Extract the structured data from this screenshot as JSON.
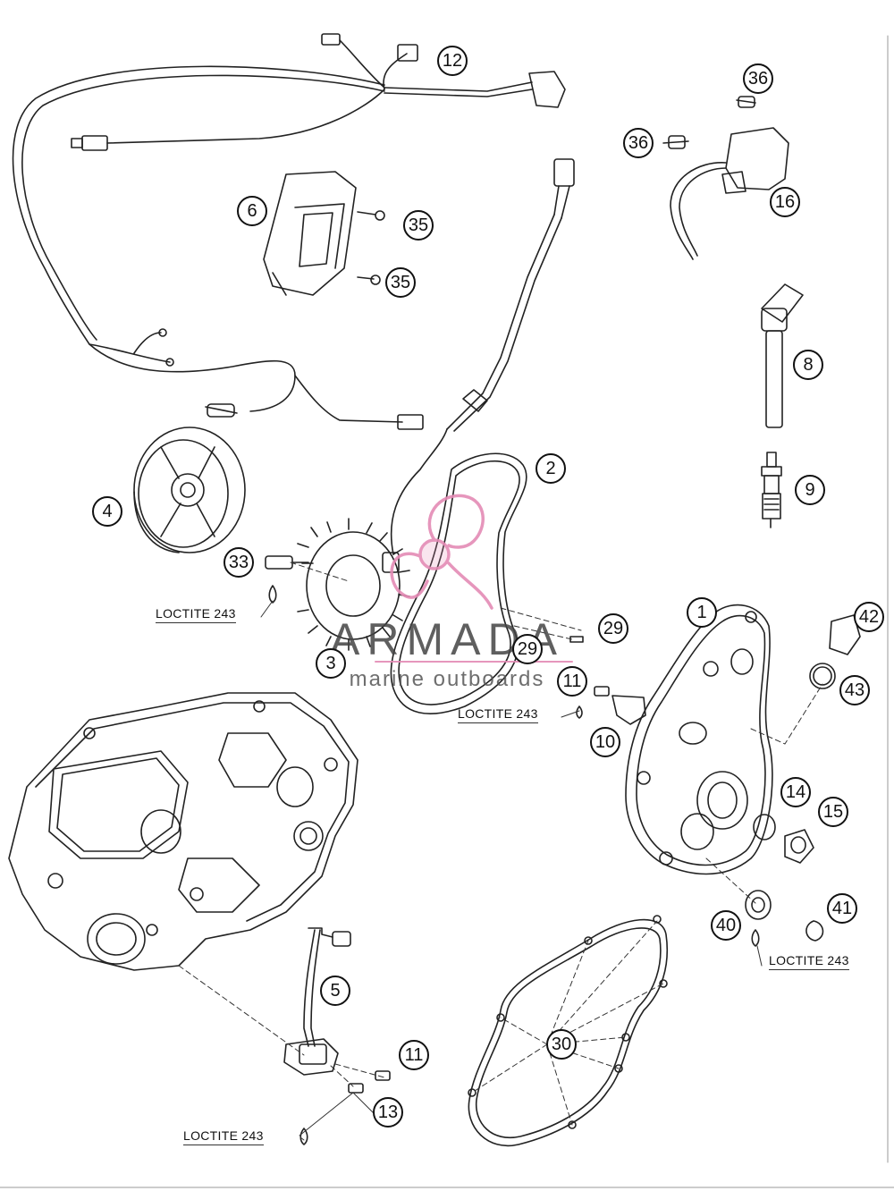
{
  "colors": {
    "line": "#222222",
    "watermark_pink": "#e48bb5",
    "watermark_text": "#444444"
  },
  "watermark": {
    "name": "ARMADA",
    "tagline": "marine outboards"
  },
  "callouts": {
    "c1": "1",
    "c2": "2",
    "c3": "3",
    "c4": "4",
    "c5": "5",
    "c6": "6",
    "c8": "8",
    "c9": "9",
    "c10": "10",
    "c11a": "11",
    "c11b": "11",
    "c12": "12",
    "c13": "13",
    "c14": "14",
    "c15": "15",
    "c16": "16",
    "c29a": "29",
    "c29b": "29",
    "c30": "30",
    "c33": "33",
    "c35a": "35",
    "c35b": "35",
    "c36a": "36",
    "c36b": "36",
    "c40": "40",
    "c41": "41",
    "c42": "42",
    "c43": "43"
  },
  "loctite": {
    "l1": "LOCTITE 243",
    "l2": "LOCTITE 243",
    "l3": "LOCTITE 243",
    "l4": "LOCTITE 243"
  }
}
